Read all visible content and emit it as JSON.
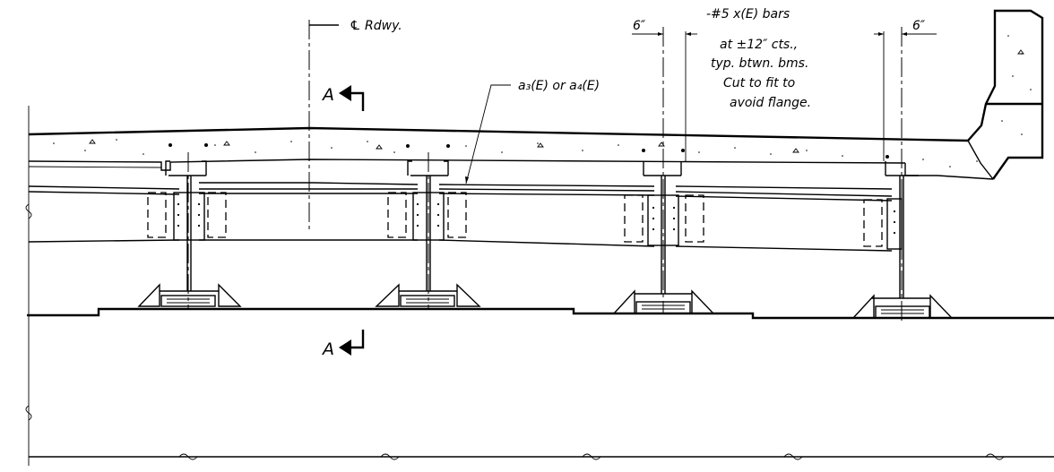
{
  "labels": {
    "centerline": "℄ Rdwy.",
    "section_mark_top": "A",
    "section_mark_bottom": "A",
    "rebar_label": "a₃(E) or a₄(E)",
    "dim_left": "6″",
    "dim_right": "6″",
    "bars_note_line1": "-#5 x(E) bars",
    "bars_note_line2": "at ±12″ cts.,",
    "bars_note_line3": "typ. btwn. bms.",
    "bars_note_line4": "Cut to fit to",
    "bars_note_line5": "avoid flange."
  }
}
